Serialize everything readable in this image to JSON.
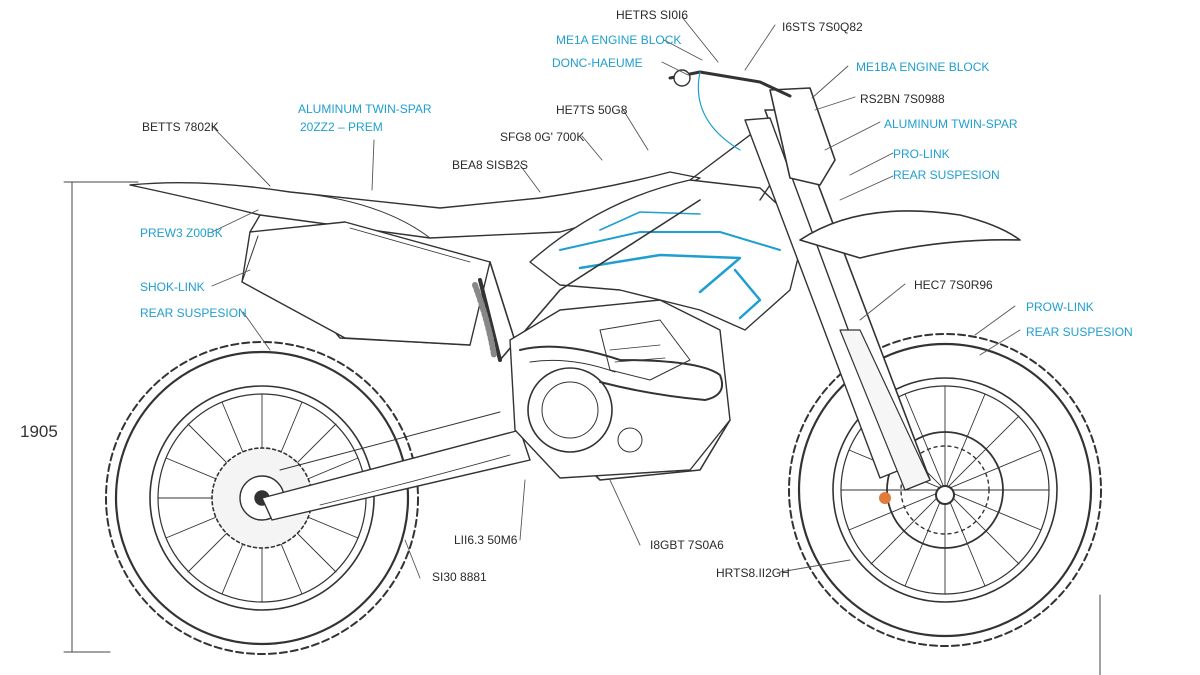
{
  "dimension": {
    "height_label": "1905"
  },
  "callouts": {
    "top_1": "HETRS SI0I6",
    "top_2": "ME1A ENGINE BLOCK",
    "top_3": "DONC-HAEUME",
    "top_4": "I6STS 7S0Q82",
    "right_1": "ME1BA ENGINE BLOCK",
    "right_2": "RS2BN 7S0988",
    "right_3": "ALUMINUM TWIN-SPAR",
    "right_4": "PRO-LINK",
    "right_5": "REAR SUSPESION",
    "right_6": "HEC7 7S0R96",
    "right_7": "PROW-LINK",
    "right_8": "REAR SUSPESION",
    "mid_1": "HE7TS 50G8",
    "mid_2": "SFG8 0G' 700K",
    "mid_3": "BEA8 SISB2S",
    "left_1": "BETTS 7802K",
    "left_2": "ALUMINUM TWIN-SPAR",
    "left_3": "20ZZ2 – PREM",
    "left_4": "PREW3 Z00BK",
    "left_5": "SHOK-LINK",
    "left_6": "REAR SUSPESION",
    "bottom_1": "LII6.3 50M6",
    "bottom_2": "SI30 8881",
    "bottom_3": "I8GBT 7S0A6",
    "bottom_4": "HRTS8.II2GH"
  },
  "colors": {
    "accent": "#1f9fd0",
    "line": "#333333",
    "annotation_line": "#555555"
  }
}
